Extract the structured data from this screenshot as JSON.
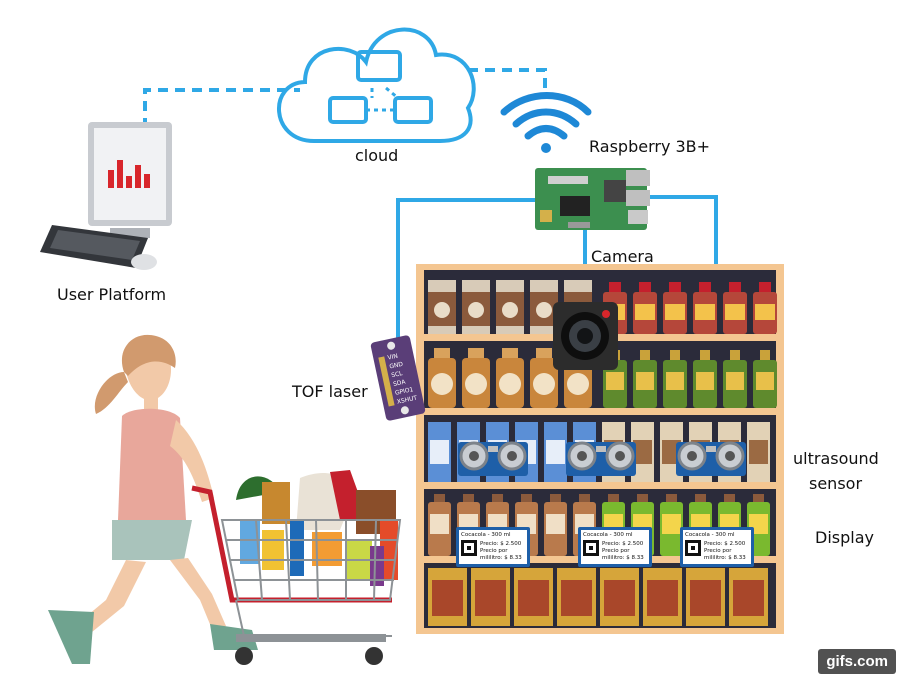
{
  "labels": {
    "cloud": "cloud",
    "raspberry": "Raspberry 3B+",
    "camera": "Camera",
    "user_platform": "User Platform",
    "tof_laser": "TOF laser",
    "ultrasound_line1": "ultrasound",
    "ultrasound_line2": "sensor",
    "display": "Display"
  },
  "tof_pins": [
    "VIN",
    "GND",
    "SCL",
    "SDA",
    "GPIO1",
    "XSHUT"
  ],
  "price_tags": [
    {
      "line1": "Cocacola - 300 ml",
      "line2": "Precio: $ 2.500",
      "line3": "Precio por",
      "line4": "mililitro: $ 8.33"
    },
    {
      "line1": "Cocacola - 300 ml",
      "line2": "Precio: $ 2.500",
      "line3": "Precio por",
      "line4": "mililitro: $ 8.33"
    },
    {
      "line1": "Cocacola - 300 ml",
      "line2": "Precio: $ 2.500",
      "line3": "Precio por",
      "line4": "mililitro: $ 8.33"
    }
  ],
  "watermark": "gifs.com",
  "colors": {
    "link_blue": "#2fa8e6",
    "cloud_stroke": "#2fa8e6",
    "shelf_wood": "#f4c691",
    "shelf_back": "#2b2b3a",
    "board_green": "#3c8f4f",
    "monitor_red": "#d8262b"
  }
}
